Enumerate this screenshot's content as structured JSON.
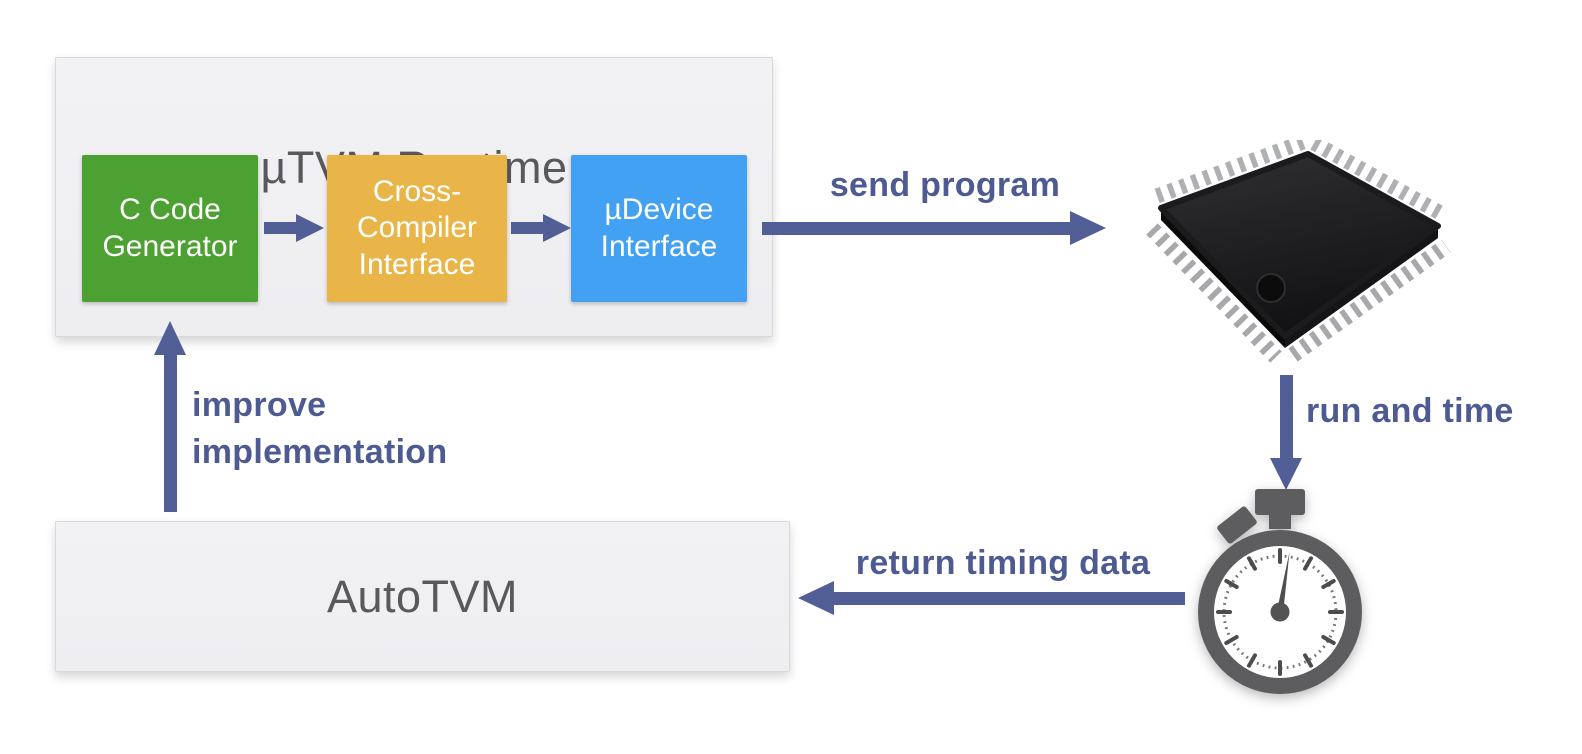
{
  "palette": {
    "accent_slate": "#525e96",
    "label_text": "#4e5b93",
    "panel_bg": "#f0f0f3",
    "panel_text": "#58595b",
    "module_green": "#4da132",
    "module_yellow": "#e9b548",
    "module_blue": "#42a1f2"
  },
  "runtime_panel": {
    "title": "µTVM Runtime",
    "modules": [
      {
        "label": "C Code Generator",
        "color": "#4da132"
      },
      {
        "label": "Cross-Compiler Interface",
        "color": "#e9b548"
      },
      {
        "label": "µDevice Interface",
        "color": "#42a1f2"
      }
    ]
  },
  "autotvm_panel": {
    "title": "AutoTVM"
  },
  "edges": {
    "send_program": "send program",
    "run_and_time": "run and time",
    "return_timing_data": "return timing data",
    "improve_implementation": "improve implementation"
  },
  "icons": [
    {
      "name": "microchip-icon",
      "meaning": "embedded microcontroller device"
    },
    {
      "name": "stopwatch-icon",
      "meaning": "timing / benchmarking"
    }
  ]
}
